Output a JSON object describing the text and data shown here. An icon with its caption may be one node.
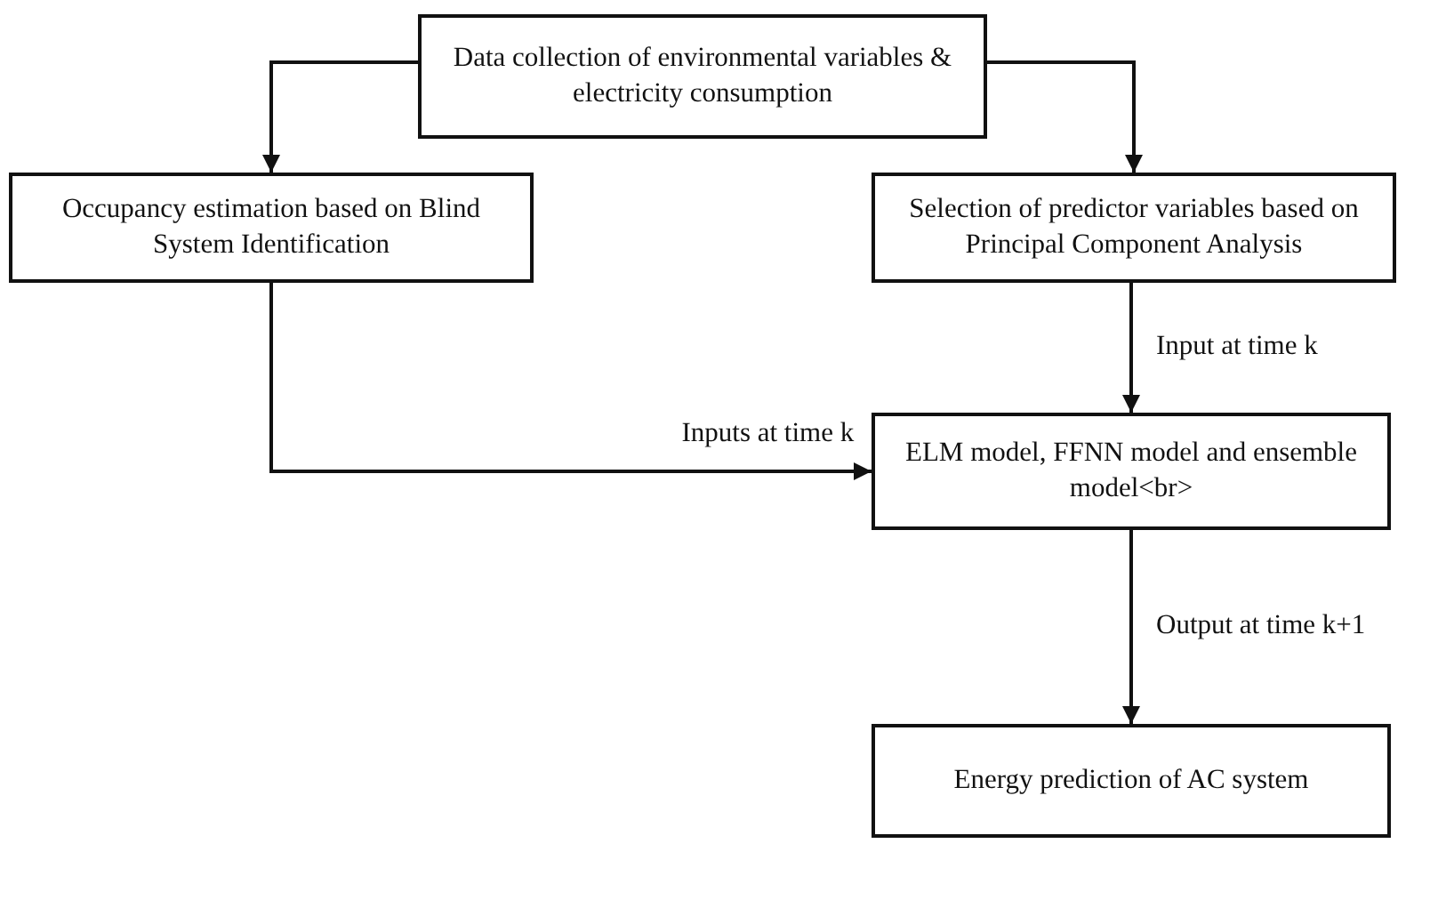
{
  "diagram": {
    "nodes": [
      {
        "text": [
          "Data collection of environmental variables & electricity consumption"
        ]
      },
      {
        "text": [
          "Occupancy estimation based on Blind System Identification"
        ]
      },
      {
        "text": [
          "Selection of predictor variables based on Principal Component Analysis"
        ]
      },
      {
        "text": [
          "ELM model, FFNN model and ensemble model<br>"
        ]
      },
      {
        "text": [
          "Energy prediction of AC system"
        ]
      }
    ],
    "edges": [
      {
        "from": 0,
        "to": 1,
        "arrow": "to"
      },
      {
        "from": 0,
        "to": 2,
        "arrow": "to"
      },
      {
        "from": 2,
        "to": 3,
        "arrow": "to",
        "label": "Input at time k"
      },
      {
        "from": 1,
        "to": 3,
        "arrow": "to",
        "label": "Inputs at time k"
      },
      {
        "from": 3,
        "to": 4,
        "arrow": "to",
        "label": "Output at time k+1"
      }
    ]
  }
}
